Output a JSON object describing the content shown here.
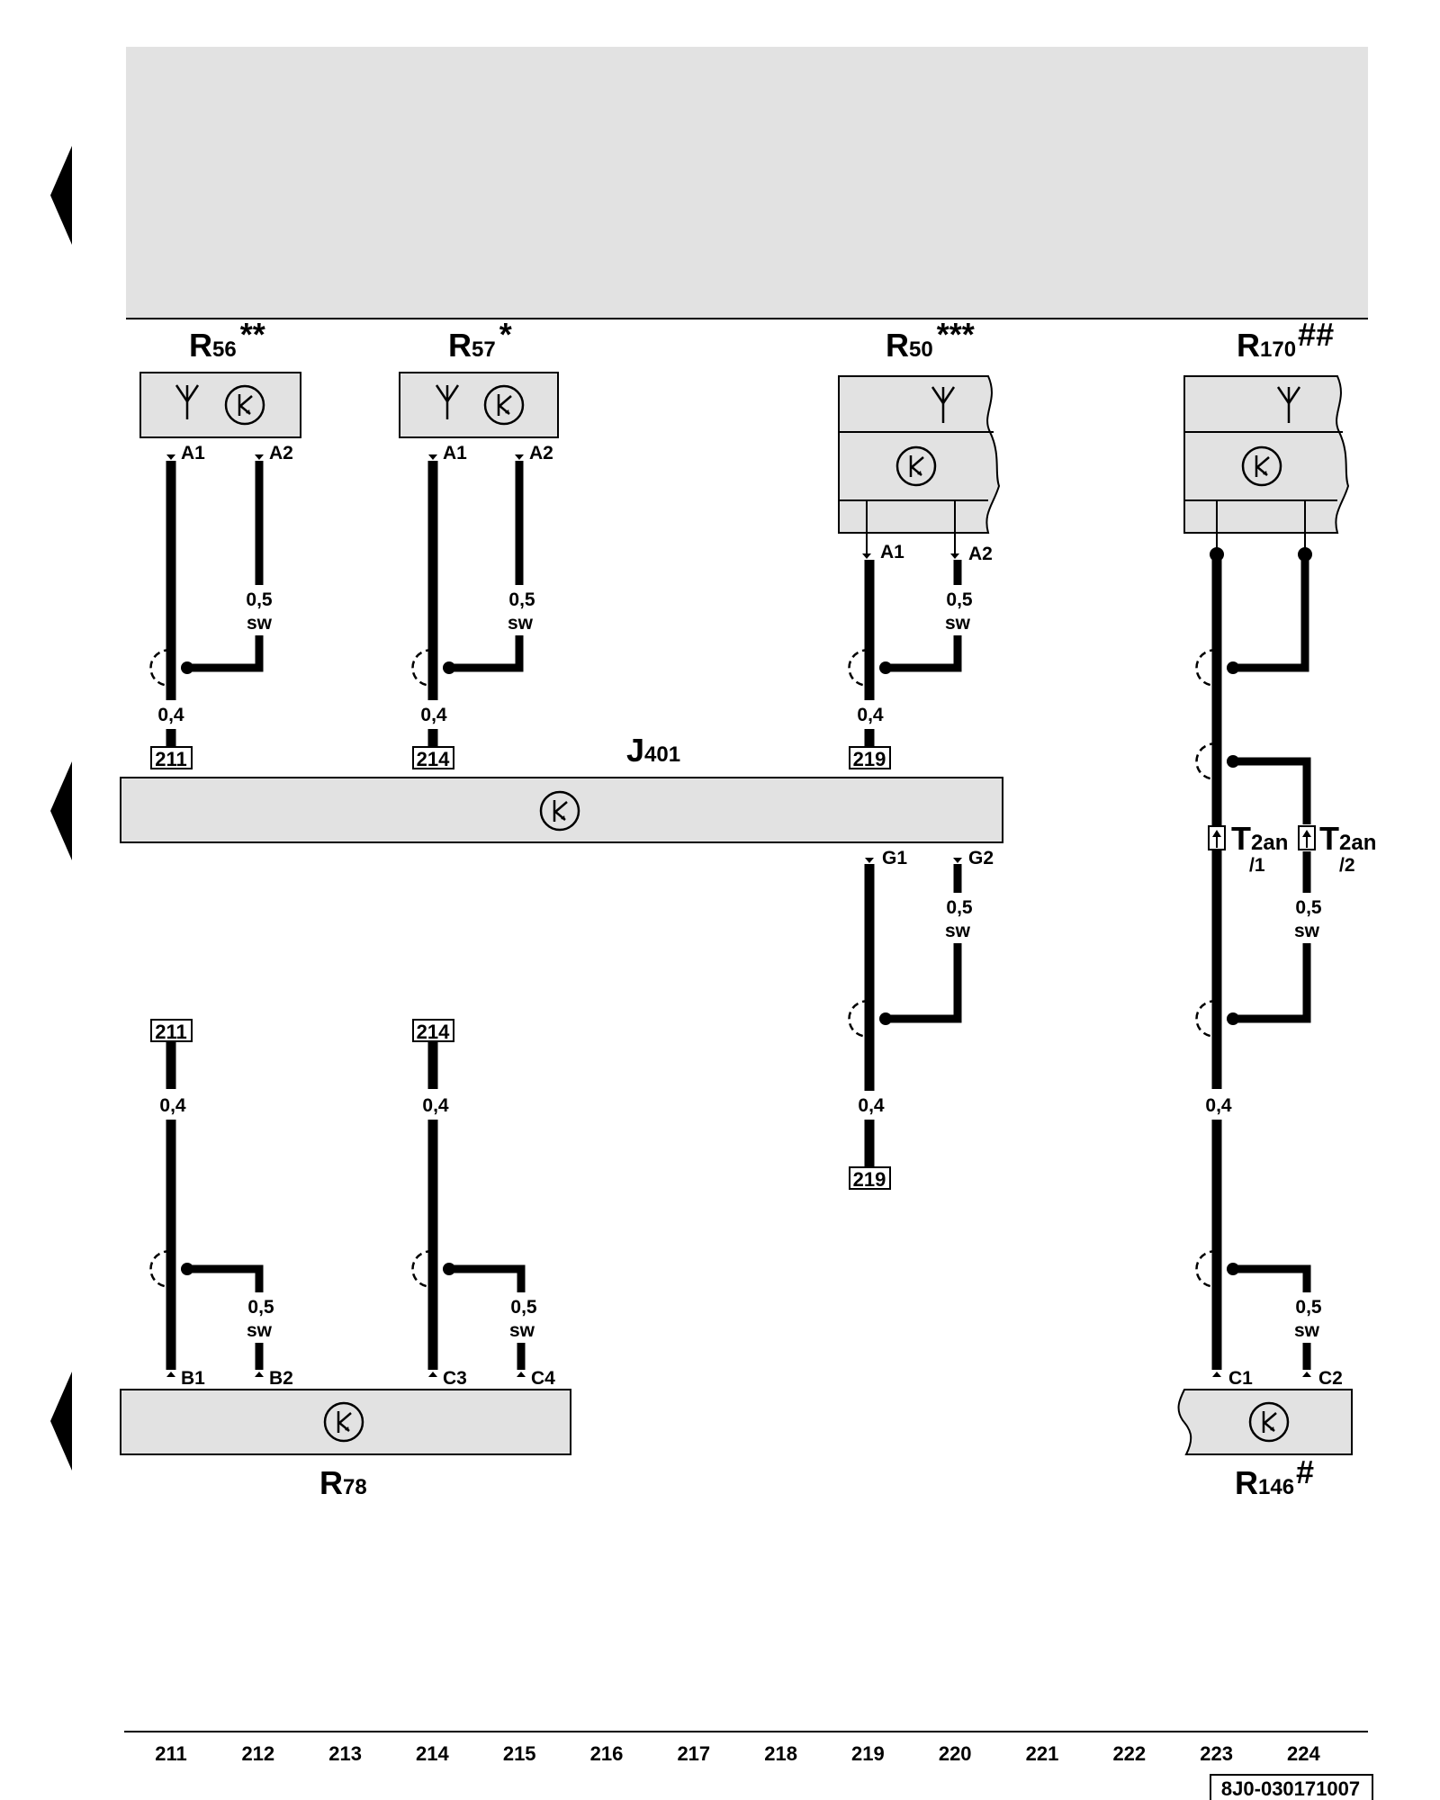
{
  "colors": {
    "panel_fill": "#e2e2e2",
    "line": "#000000",
    "background": "#ffffff"
  },
  "icons": {
    "antenna": "antenna-icon",
    "ecu": "electronic-unit-icon",
    "page_arrow": "page-nav-arrow-icon",
    "connector": "connector-arrow-icon"
  },
  "components": {
    "r56": {
      "name": "R",
      "sub": "56",
      "mark": "**",
      "pin_a": "A1",
      "pin_b": "A2"
    },
    "r57": {
      "name": "R",
      "sub": "57",
      "mark": "*",
      "pin_a": "A1",
      "pin_b": "A2"
    },
    "r50": {
      "name": "R",
      "sub": "50",
      "mark": "***",
      "pin_a": "A1",
      "pin_b": "A2"
    },
    "r170": {
      "name": "R",
      "sub": "170",
      "mark": "##"
    },
    "j401": {
      "name": "J",
      "sub": "401",
      "pin_a": "G1",
      "pin_b": "G2"
    },
    "r78": {
      "name": "R",
      "sub": "78",
      "pins": [
        "B1",
        "B2",
        "C3",
        "C4"
      ]
    },
    "r146": {
      "name": "R",
      "sub": "146",
      "mark": "#",
      "pin_a": "C1",
      "pin_b": "C2"
    }
  },
  "connectors": {
    "t2an_1": {
      "name": "T",
      "sub": "2an",
      "pin": "/1"
    },
    "t2an_2": {
      "name": "T",
      "sub": "2an",
      "pin": "/2"
    }
  },
  "wires": {
    "core": "0,4",
    "shield_size": "0,5",
    "shield_color": "sw"
  },
  "refs": [
    "211",
    "214",
    "219"
  ],
  "current_tracks": [
    "211",
    "212",
    "213",
    "214",
    "215",
    "216",
    "217",
    "218",
    "219",
    "220",
    "221",
    "222",
    "223",
    "224"
  ],
  "doc_code": "8J0-030171007"
}
